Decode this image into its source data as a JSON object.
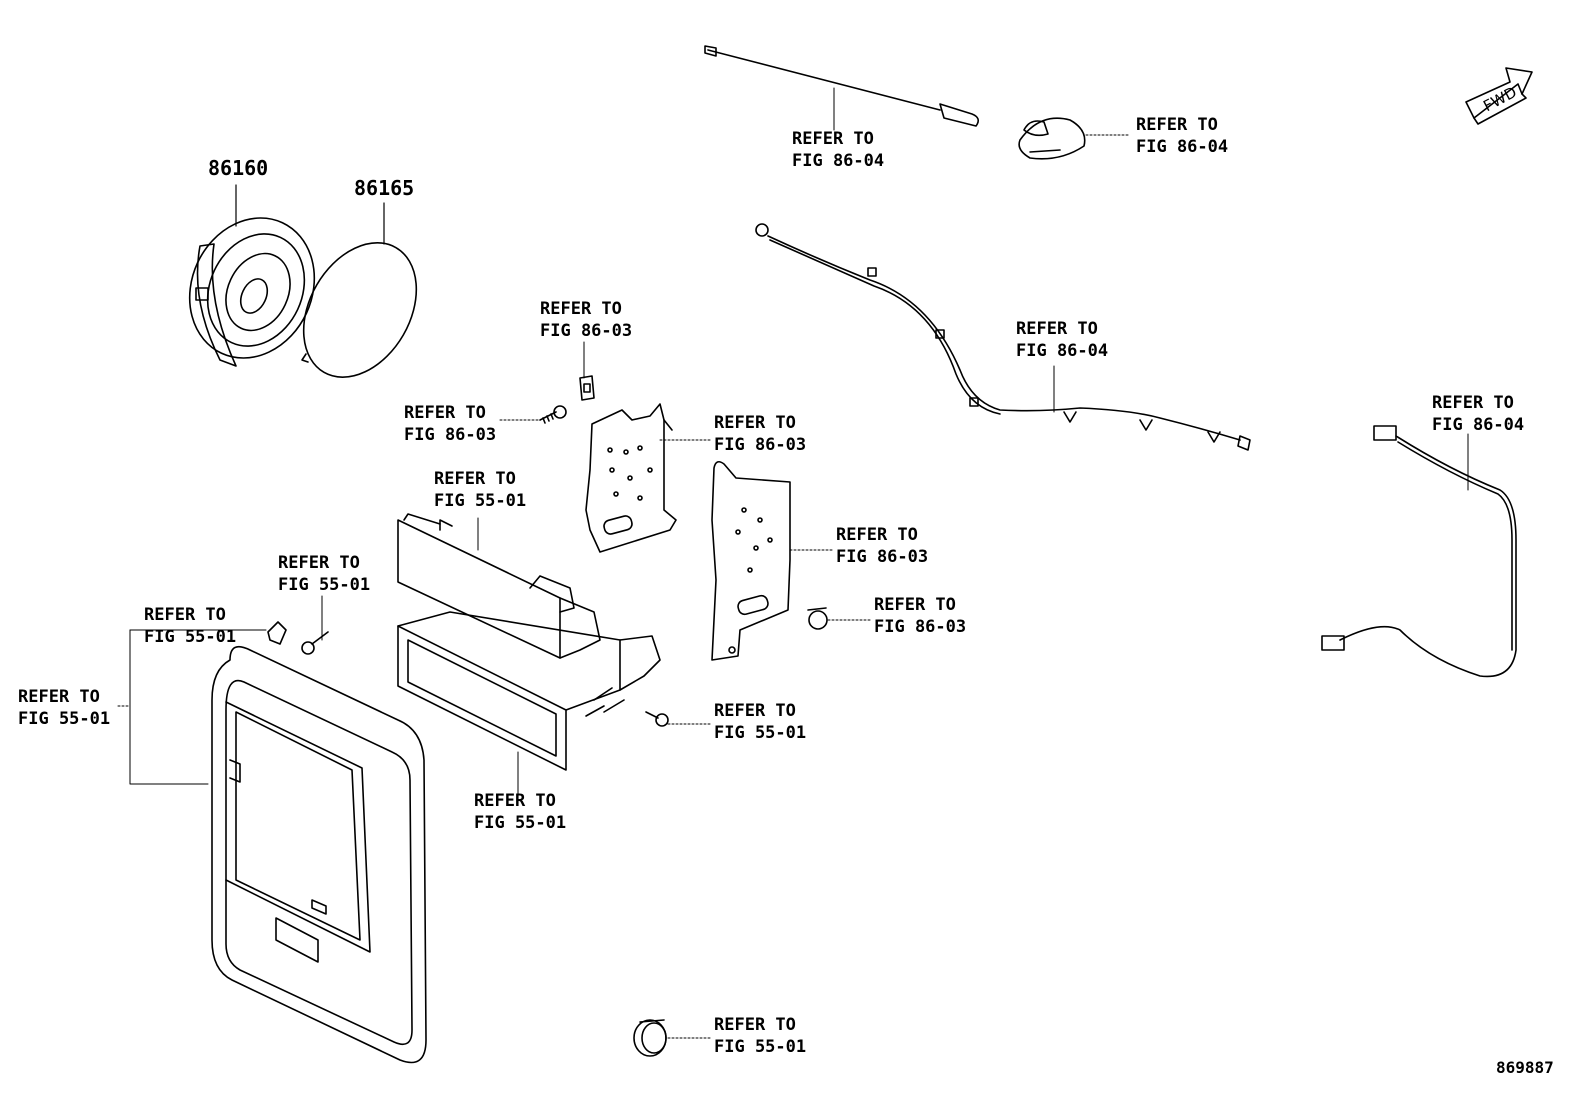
{
  "part_numbers": {
    "speaker": "86160",
    "speaker_cover": "86165"
  },
  "refs": {
    "antenna_rod": [
      "REFER TO",
      "FIG 86-04"
    ],
    "antenna_base": [
      "REFER TO",
      "FIG 86-04"
    ],
    "antenna_cable": [
      "REFER TO",
      "FIG 86-04"
    ],
    "usb_cable": [
      "REFER TO",
      "FIG 86-04"
    ],
    "clip_top": [
      "REFER TO",
      "FIG 86-03"
    ],
    "screw_top": [
      "REFER TO",
      "FIG 86-03"
    ],
    "bracket_left": [
      "REFER TO",
      "FIG 86-03"
    ],
    "bracket_right": [
      "REFER TO",
      "FIG 86-03"
    ],
    "grommet": [
      "REFER TO",
      "FIG 86-03"
    ],
    "faceplate": [
      "REFER TO",
      "FIG 55-01"
    ],
    "screw_mid": [
      "REFER TO",
      "FIG 55-01"
    ],
    "clip_left": [
      "REFER TO",
      "FIG 55-01"
    ],
    "bezel": [
      "REFER TO",
      "FIG 55-01"
    ],
    "screw_right": [
      "REFER TO",
      "FIG 55-01"
    ],
    "pocket": [
      "REFER TO",
      "FIG 55-01"
    ],
    "button": [
      "REFER TO",
      "FIG 55-01"
    ]
  },
  "fwd_label": "FWD",
  "diagram_code": "869887",
  "colors": {
    "line": "#000000",
    "background": "#ffffff"
  }
}
